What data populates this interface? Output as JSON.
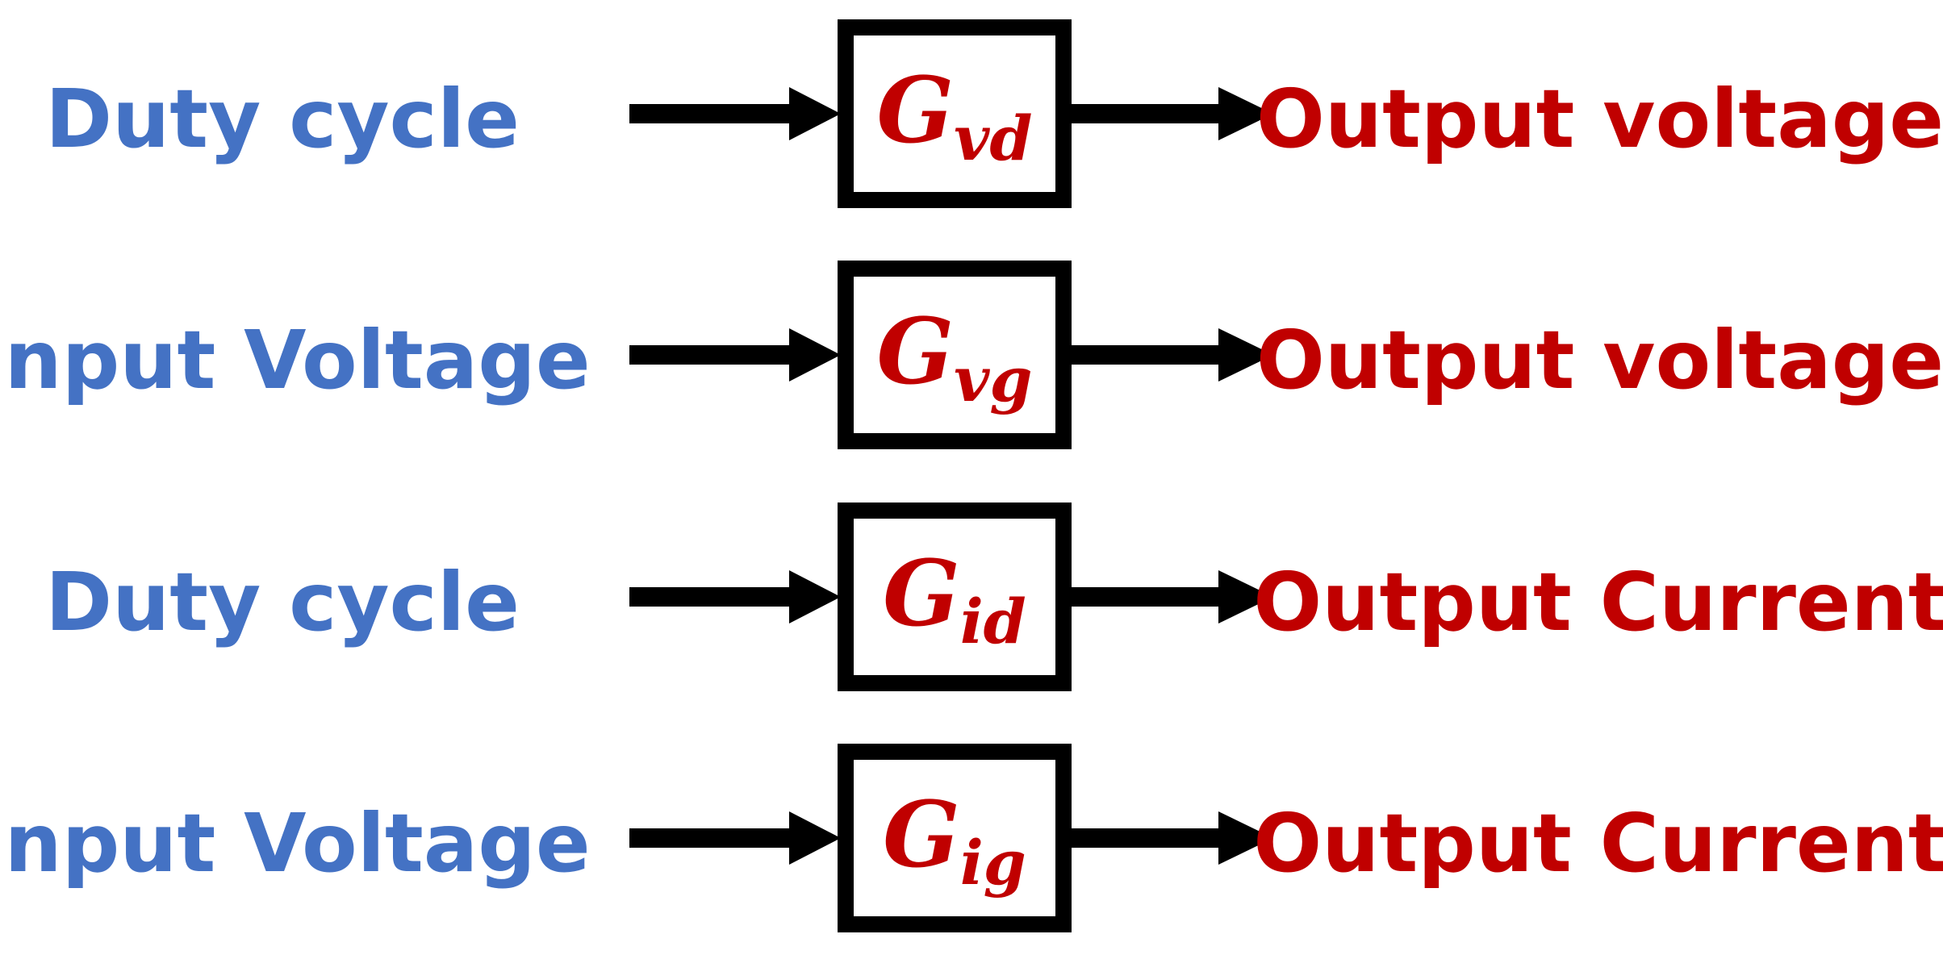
{
  "blocks": [
    {
      "input": "Duty cycle",
      "symbol": "G",
      "subscript": "vd",
      "output": "Output voltage"
    },
    {
      "input": "Input Voltage",
      "symbol": "G",
      "subscript": "vg",
      "output": "Output voltage"
    },
    {
      "input": "Duty cycle",
      "symbol": "G",
      "subscript": "id",
      "output": "Output Current"
    },
    {
      "input": "Input Voltage",
      "symbol": "G",
      "subscript": "ig",
      "output": "Output Current"
    }
  ],
  "colors": {
    "input_text": "#4472C4",
    "output_text": "#C00000",
    "lines": "#000000"
  }
}
